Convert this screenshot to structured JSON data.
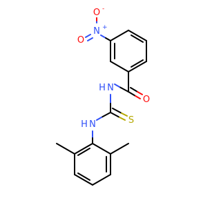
{
  "molecule": {
    "atoms": {
      "nitro_n": "N",
      "nitro_n_charge": "+",
      "nitro_o_upper": "O",
      "nitro_o_upper_charge": "-",
      "nitro_o_lower": "O",
      "carbonyl_o": "O",
      "amide_nh": "H",
      "amide_n": "N",
      "thio_s": "S",
      "aryl_nh": "H",
      "aryl_n": "N"
    },
    "colors": {
      "carbon_bonds": "#000000",
      "oxygen": "#ff0d0d",
      "nitrogen": "#3050f8",
      "sulfur": "#b5a800"
    }
  }
}
